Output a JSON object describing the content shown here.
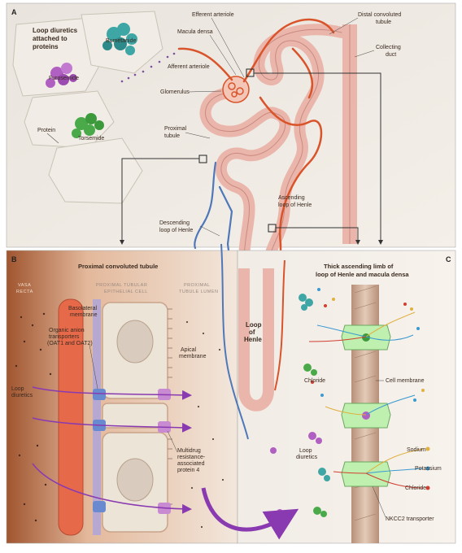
{
  "panels": {
    "a": "A",
    "b": "B",
    "c": "C"
  },
  "panel_a": {
    "title": "Loop diuretics attached to proteins",
    "drugs": {
      "bumetanide": "Bumetanide",
      "furosemide": "Furosemide",
      "torsemide": "Torsemide"
    },
    "protein": "Protein",
    "labels": {
      "efferent_arteriole": "Efferent arteriole",
      "macula_densa": "Macula densa",
      "afferent_arteriole": "Afferent arteriole",
      "glomerulus": "Glomerulus",
      "proximal_tubule": "Proximal tubule",
      "distal_convoluted_tubule": "Distal convoluted tubule",
      "collecting_duct": "Collecting duct",
      "ascending_loop": "Ascending loop of Henle",
      "descending_loop": "Descending loop of Henle",
      "loop_of_henle": "Loop of Henle"
    }
  },
  "panel_b": {
    "title": "Proximal convoluted tubule",
    "columns": {
      "vasa_recta": "VASA RECTA",
      "epithelial": "PROXIMAL TUBULAR EPITHELIAL CELL",
      "lumen": "PROXIMAL TUBULE LUMEN"
    },
    "labels": {
      "basolateral_membrane": "Basolateral membrane",
      "oat": "Organic anion transporters (OAT1 and OAT2)",
      "apical_membrane": "Apical membrane",
      "loop_diuretics": "Loop diuretics",
      "mrp4": "Multidrug resistance-associated protein 4"
    }
  },
  "panel_c": {
    "title": "Thick ascending limb of loop of Henle and macula densa",
    "labels": {
      "cell_membrane": "Cell membrane",
      "chloride": "Chloride",
      "loop_diuretics": "Loop diuretics",
      "sodium": "Sodium",
      "potassium": "Potassium",
      "chloride_legend": "Chloride",
      "nkcc2": "NKCC2 transporter"
    }
  },
  "colors": {
    "artery": "#d9542a",
    "vein": "#4f78b8",
    "tubule": "#eab6ab",
    "tubule_dark": "#c98a80",
    "membrane_cell": "#c9a48a",
    "nkcc2": "#bff0b0",
    "bumetanide": "#3fa6a6",
    "furosemide": "#b060c0",
    "torsemide": "#4aaa4a",
    "sodium": "#e0b040",
    "potassium": "#3a9ad0",
    "chloride": "#d04030"
  }
}
